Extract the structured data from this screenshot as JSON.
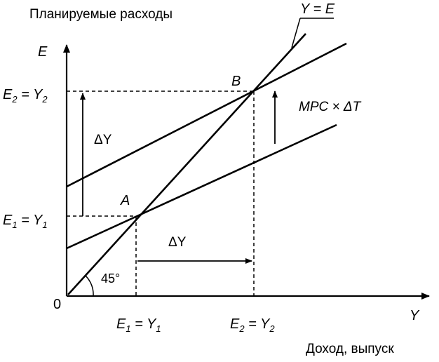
{
  "labels": {
    "top_title": "Планируемые расходы",
    "bottom_title": "Доход, выпуск",
    "y_axis": "E",
    "x_axis": "Y",
    "origin": "0",
    "line_45": "Y = E",
    "point_a": "A",
    "point_b": "B",
    "angle": "45°",
    "delta_y_vertical": "ΔY",
    "delta_y_horizontal": "ΔY",
    "mpc_shift": "MPC × ΔT",
    "e1_lhs": "E",
    "e1_lhs_sub": "1",
    "e1_rhs": " = Y",
    "e1_rhs_sub": "1",
    "e2_lhs": "E",
    "e2_lhs_sub": "2",
    "e2_rhs": " = Y",
    "e2_rhs_sub": "2"
  }
}
